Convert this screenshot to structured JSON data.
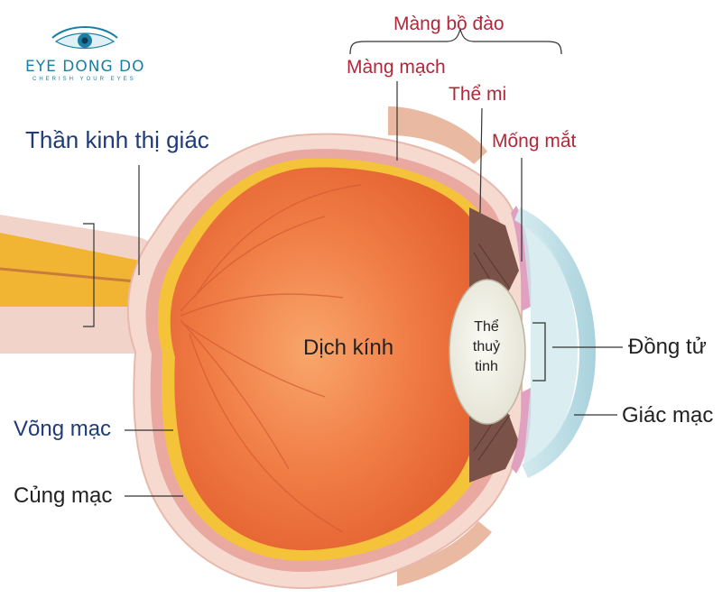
{
  "brand": {
    "name": "EYE DONG DO",
    "tagline": "CHERISH YOUR EYES",
    "icon": "eye-icon"
  },
  "labels": {
    "mang_bo_dao": "Màng bồ đào",
    "mang_mach": "Màng mạch",
    "the_mi": "Thể mi",
    "mong_mat": "Mống mắt",
    "than_kinh_thi_giac": "Thần kinh thị giác",
    "dich_kinh": "Dịch kính",
    "the_thuy_tinh_1": "Thể",
    "the_thuy_tinh_2": "thuỷ",
    "the_thuy_tinh_3": "tinh",
    "dong_tu": "Đồng tử",
    "giac_mac": "Giác mạc",
    "vong_mac": "Võng mạc",
    "cung_mac": "Củng mạc"
  },
  "colors": {
    "label_navy": "#1f3c78",
    "label_red": "#b0283a",
    "vitreous": "#ef7f47",
    "retina": "#f4c33a",
    "sclera": "#f6d9cf",
    "cornea": "#bfe1e7",
    "lens": "#efeee2",
    "optic_nerve": "#f2b433"
  }
}
